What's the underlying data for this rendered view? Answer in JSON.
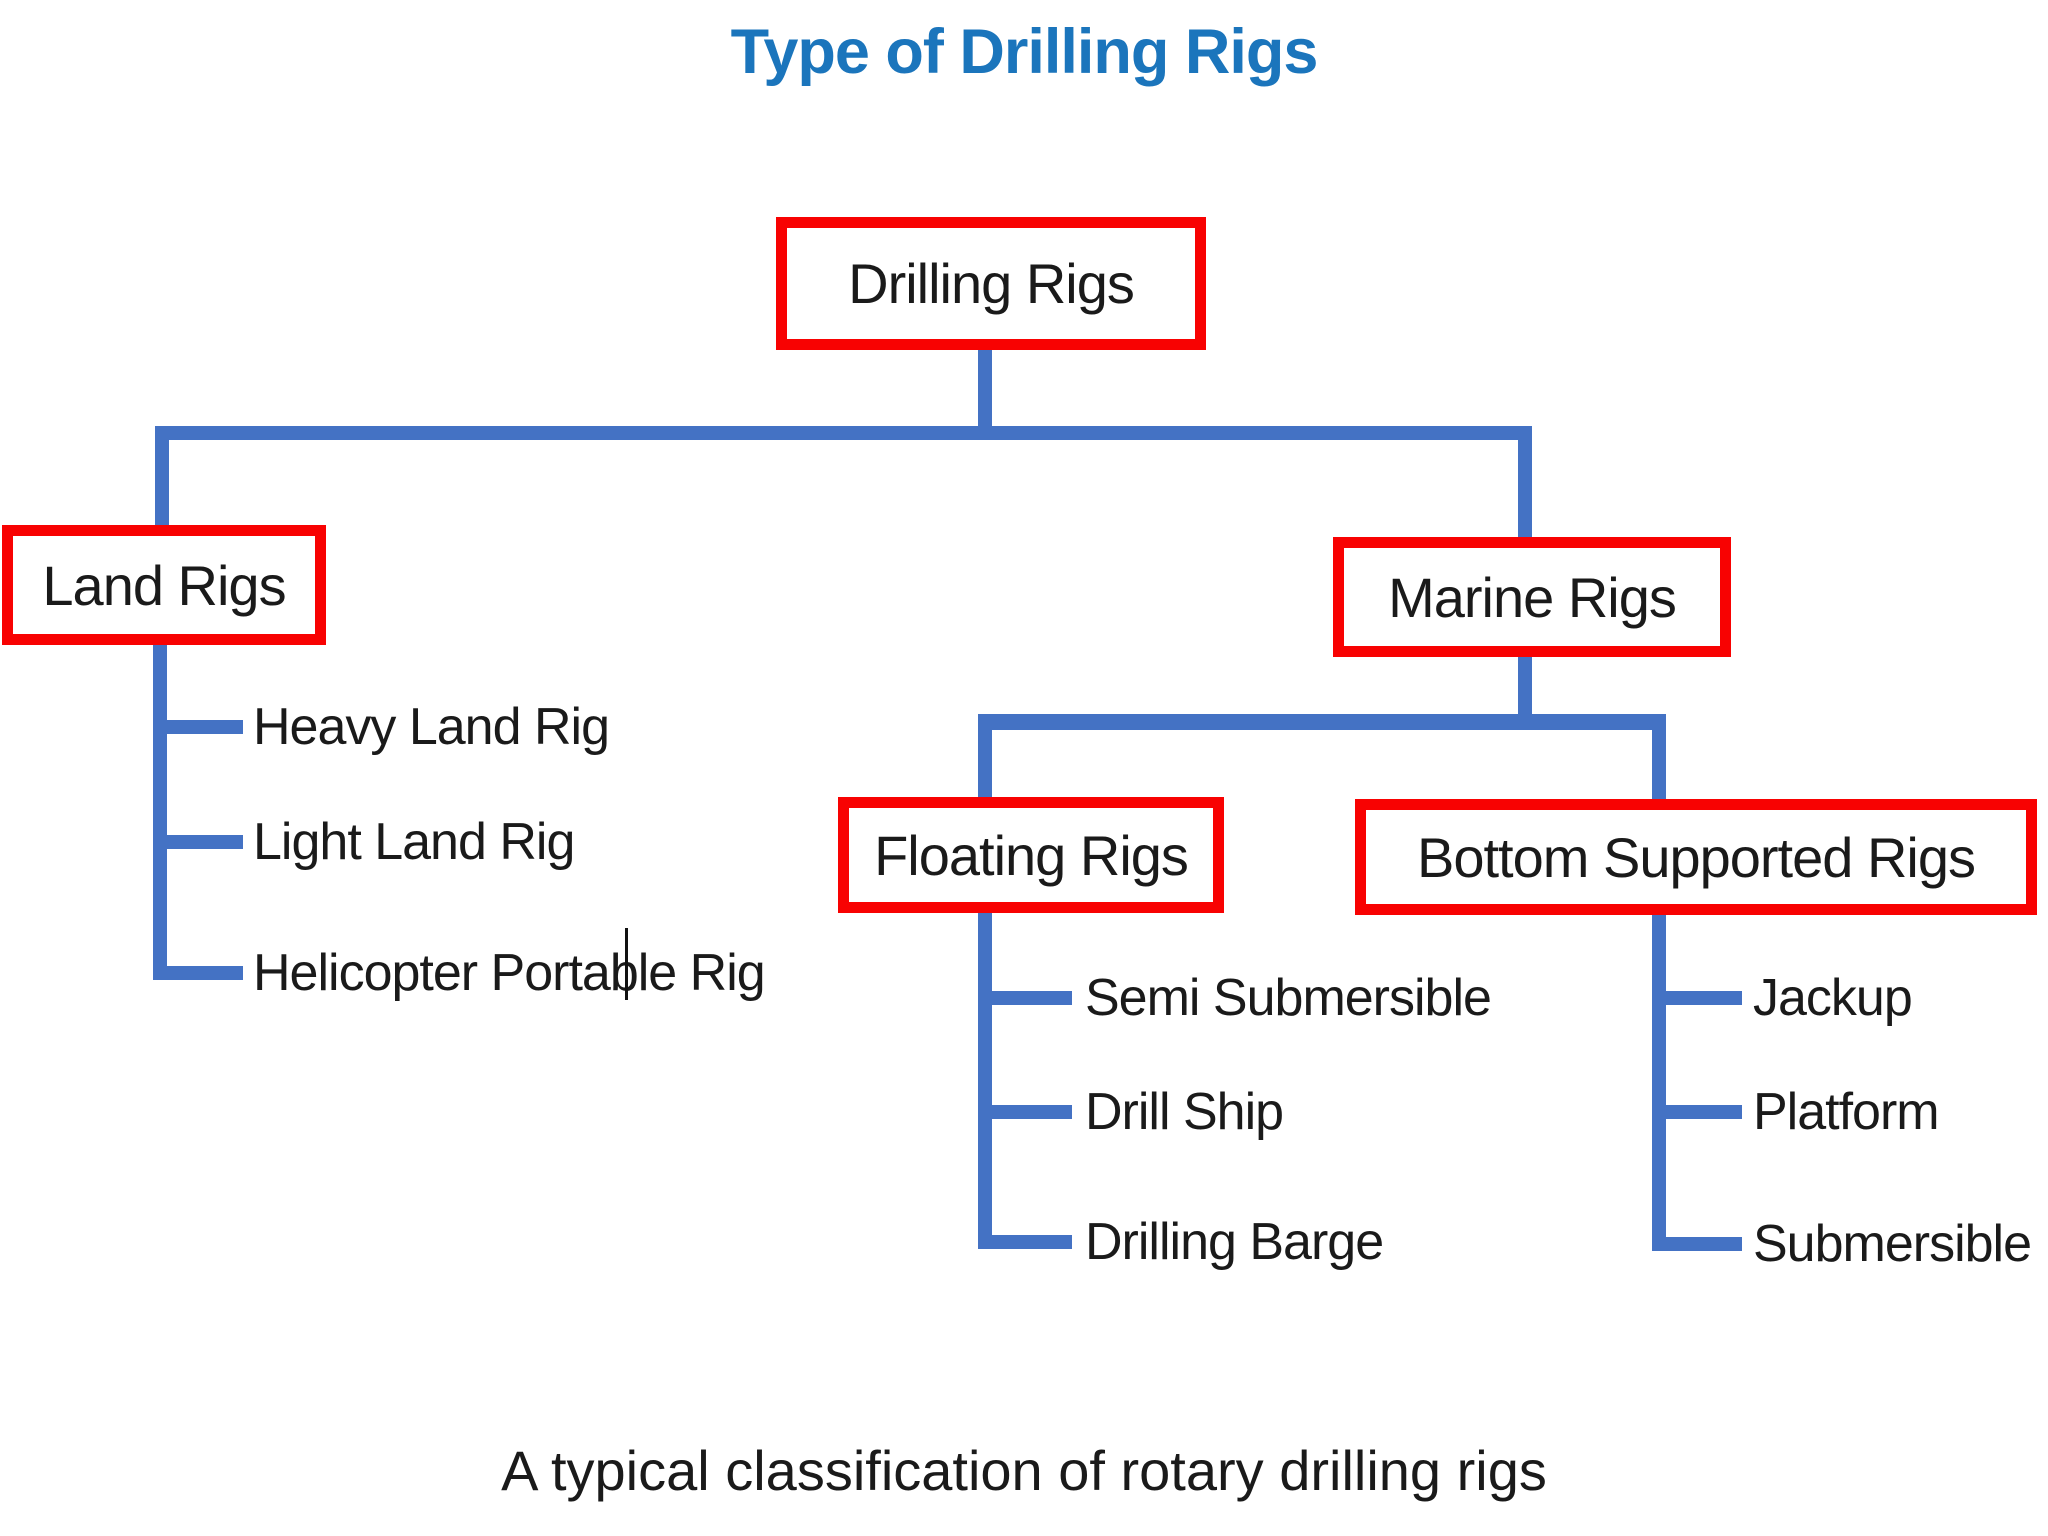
{
  "title": "Type of Drilling Rigs",
  "caption": "A typical classification of rotary drilling rigs",
  "colors": {
    "title": "#1B75BC",
    "connector": "#4472C4",
    "box_border": "#F80202",
    "text": "#1A1A1A",
    "background": "#FFFFFF"
  },
  "tree": {
    "root": {
      "label": "Drilling Rigs"
    },
    "land": {
      "label": "Land Rigs",
      "items": [
        "Heavy Land Rig",
        "Light Land Rig",
        "Helicopter Portable Rig"
      ]
    },
    "marine": {
      "label": "Marine Rigs",
      "floating": {
        "label": "Floating Rigs",
        "items": [
          "Semi Submersible",
          "Drill Ship",
          "Drilling Barge"
        ]
      },
      "bottom_supported": {
        "label": "Bottom Supported Rigs",
        "items": [
          "Jackup",
          "Platform",
          "Submersible"
        ]
      }
    }
  }
}
